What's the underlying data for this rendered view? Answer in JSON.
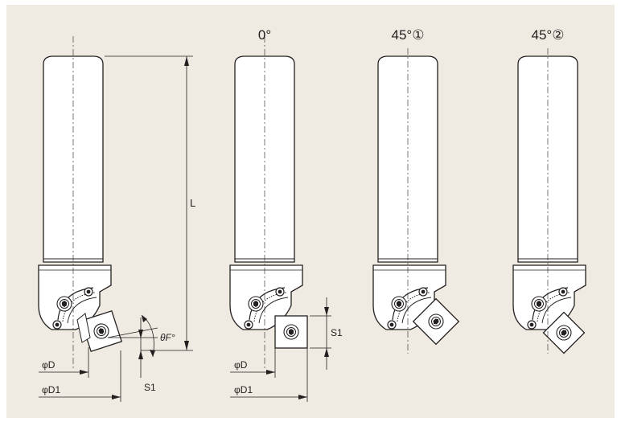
{
  "views": {
    "zero": "0°",
    "forty_five_1": "45°①",
    "forty_five_2": "45°②"
  },
  "dims": {
    "length": "L",
    "angle": "θF°",
    "s1_left": "S1",
    "s1_mid": "S1",
    "d_left": "φD",
    "d1_left": "φD1",
    "d_mid": "φD",
    "d1_mid": "φD1"
  },
  "colors": {
    "background": "#efebe2",
    "body_fill": "#ffffff",
    "line": "#231f20"
  }
}
